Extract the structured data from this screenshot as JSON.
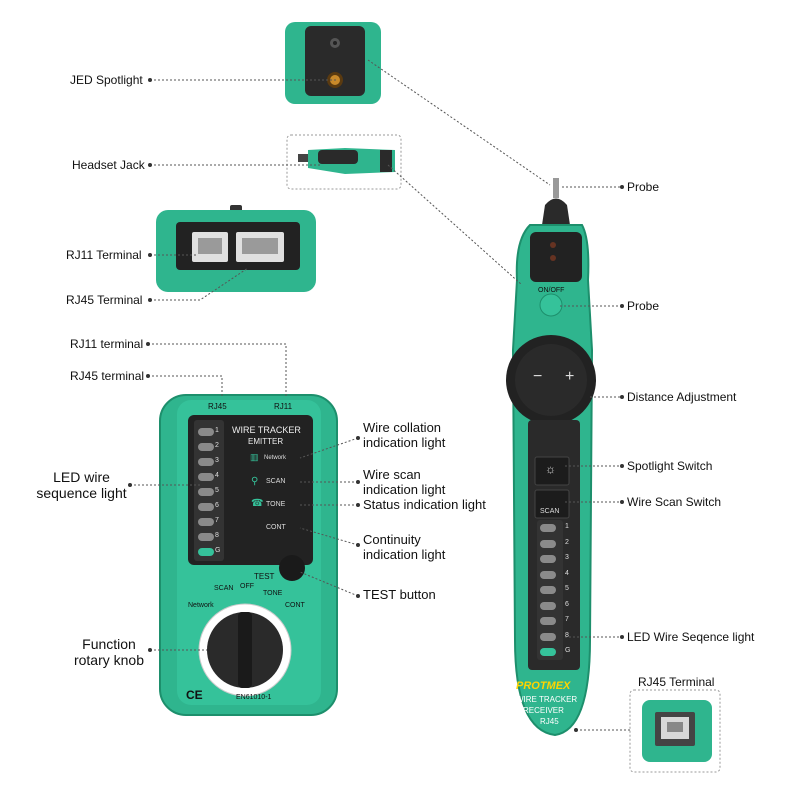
{
  "labels": {
    "jed_spotlight": "JED Spotlight",
    "headset_jack": "Headset Jack",
    "rj11_terminal_top": "RJ11 Terminal",
    "rj45_terminal_top": "RJ45 Terminal",
    "rj11_terminal": "RJ11 terminal",
    "rj45_terminal": "RJ45 terminal",
    "led_wire_sequence": [
      "LED wire",
      "sequence light"
    ],
    "function_knob": [
      "Function",
      "rotary knob"
    ],
    "wire_collation": [
      "Wire collation",
      "indication light"
    ],
    "wire_scan": [
      "Wire scan",
      "indication light"
    ],
    "status_light": "Status indication light",
    "continuity": [
      "Continuity",
      "indication light"
    ],
    "test_button": "TEST button",
    "probe_top": "Probe",
    "probe_onoff": "Probe",
    "distance_adjustment": "Distance Adjustment",
    "spotlight_switch": "Spotlight Switch",
    "wire_scan_switch": "Wire Scan Switch",
    "led_wire_seqence": "LED Wire Seqence light",
    "rj45_terminal_receiver": "RJ45 Terminal"
  },
  "emitter": {
    "port_rj45": "RJ45",
    "port_rj11": "RJ11",
    "title1": "WIRE TRACKER",
    "title2": "EMITTER",
    "leds": [
      "1",
      "2",
      "3",
      "4",
      "5",
      "6",
      "7",
      "8",
      "G"
    ],
    "ind_network": "Network",
    "ind_scan": "SCAN",
    "ind_tone": "TONE",
    "ind_cont": "CONT",
    "test": "TEST",
    "knob_network": "Network",
    "knob_scan": "SCAN",
    "knob_off": "OFF",
    "knob_tone": "TONE",
    "knob_cont": "CONT",
    "ce": "CE",
    "standard": "EN61010-1"
  },
  "receiver": {
    "onoff": "ON/OFF",
    "minus": "−",
    "plus": "+",
    "scan": "SCAN",
    "leds": [
      "1",
      "2",
      "3",
      "4",
      "5",
      "6",
      "7",
      "8",
      "G"
    ],
    "brand": "PROTMEX",
    "name1": "WIRE TRACKER",
    "name2": "RECEIVER",
    "name3": "RJ45"
  }
}
